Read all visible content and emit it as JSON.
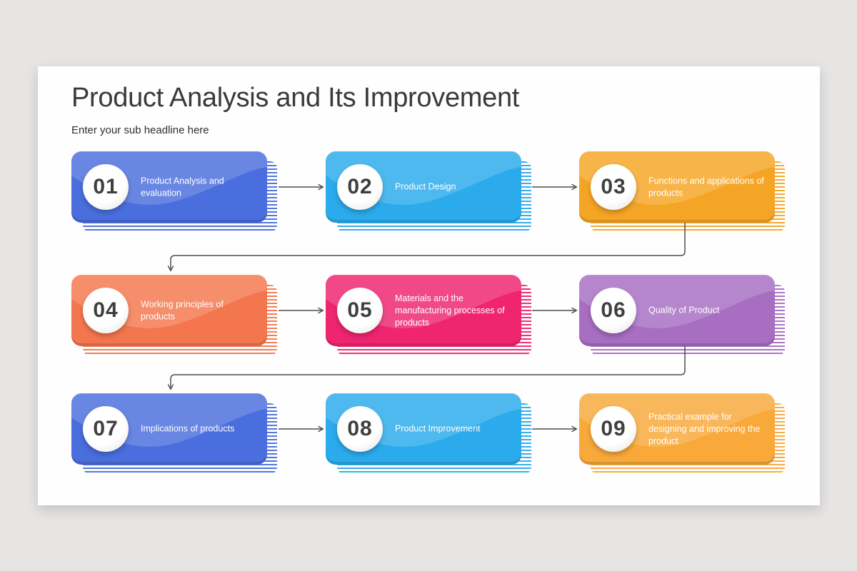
{
  "theme": {
    "page_bg": "#e7e5e4",
    "slide_bg": "#fefefe",
    "title_color": "#3a3a3a",
    "subtitle_color": "#2f2f2f",
    "number_color": "#3f3f3f",
    "label_color": "#ffffff"
  },
  "header": {
    "title": "Product Analysis and Its Improvement",
    "subtitle": "Enter your sub headline here"
  },
  "steps": [
    {
      "number": "01",
      "label": "Product Analysis and evaluation",
      "color": "#4a6edd"
    },
    {
      "number": "02",
      "label": "Product Design",
      "color": "#2babec"
    },
    {
      "number": "03",
      "label": "Functions and applications of products",
      "color": "#f5a525"
    },
    {
      "number": "04",
      "label": "Working principles of products",
      "color": "#f4764e"
    },
    {
      "number": "05",
      "label": "Materials and the manufacturing processes of products",
      "color": "#ef2570"
    },
    {
      "number": "06",
      "label": "Quality of Product",
      "color": "#a76ec2"
    },
    {
      "number": "07",
      "label": "Implications of products",
      "color": "#4a6edd"
    },
    {
      "number": "08",
      "label": "Product Improvement",
      "color": "#2babec"
    },
    {
      "number": "09",
      "label": "Practical example for designing and improving the product",
      "color": "#f8a93a"
    }
  ],
  "connectors": {
    "color": "#4d4d4d",
    "flow": "01>02>03>04>05>06>07>08>09"
  }
}
